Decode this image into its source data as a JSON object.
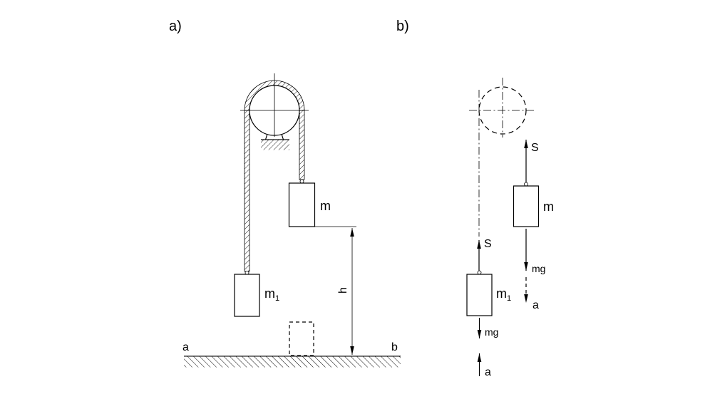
{
  "figure": {
    "panel_a_label": "a)",
    "panel_b_label": "b)"
  },
  "colors": {
    "ink": "#000000",
    "background": "#ffffff"
  },
  "diagram_a": {
    "mass_m_label": "m",
    "mass_m1": {
      "base": "m",
      "sub": "1"
    },
    "height_label": "h",
    "ground_left_label": "a",
    "ground_right_label": "b"
  },
  "diagram_b": {
    "tension_m_label": "S",
    "tension_m1_label": "S",
    "mass_m_label": "m",
    "mass_m1": {
      "base": "m",
      "sub": "1"
    },
    "weight_m_label": "mg",
    "accel_m_label": "a",
    "weight_m1_label": "mg",
    "accel_m1_label": "a"
  }
}
